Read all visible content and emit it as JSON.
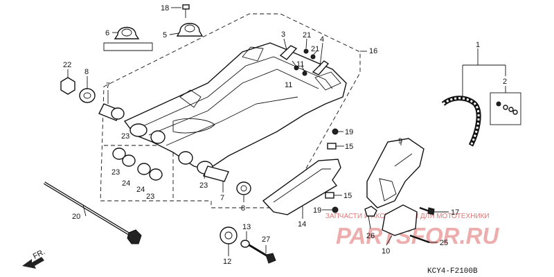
{
  "diagram": {
    "drawing_code": "KCY4-F2100B",
    "direction_label": "FR.",
    "watermark": {
      "caption": "ЗАПЧАСТИ И АКСЕССУАРЫ ДЛЯ МОТОТЕХНИКИ",
      "brand": "PARTSFOR.RU"
    },
    "callouts": {
      "c1": "1",
      "c2": "2",
      "c3": "3",
      "c4": "4",
      "c5": "5",
      "c6": "6",
      "c7a": "7",
      "c7b": "7",
      "c8a": "8",
      "c8b": "8",
      "c9": "9",
      "c10": "10",
      "c11a": "11",
      "c11b": "11",
      "c12": "12",
      "c13": "13",
      "c14": "14",
      "c15a": "15",
      "c15b": "15",
      "c16": "16",
      "c17": "17",
      "c18": "18",
      "c19a": "19",
      "c19b": "19",
      "c20": "20",
      "c21a": "21",
      "c21b": "21",
      "c22": "22",
      "c23a": "23",
      "c23b": "23",
      "c23c": "23",
      "c23d": "23",
      "c24a": "24",
      "c24b": "24",
      "c25": "25",
      "c26": "26",
      "c27": "27"
    }
  }
}
